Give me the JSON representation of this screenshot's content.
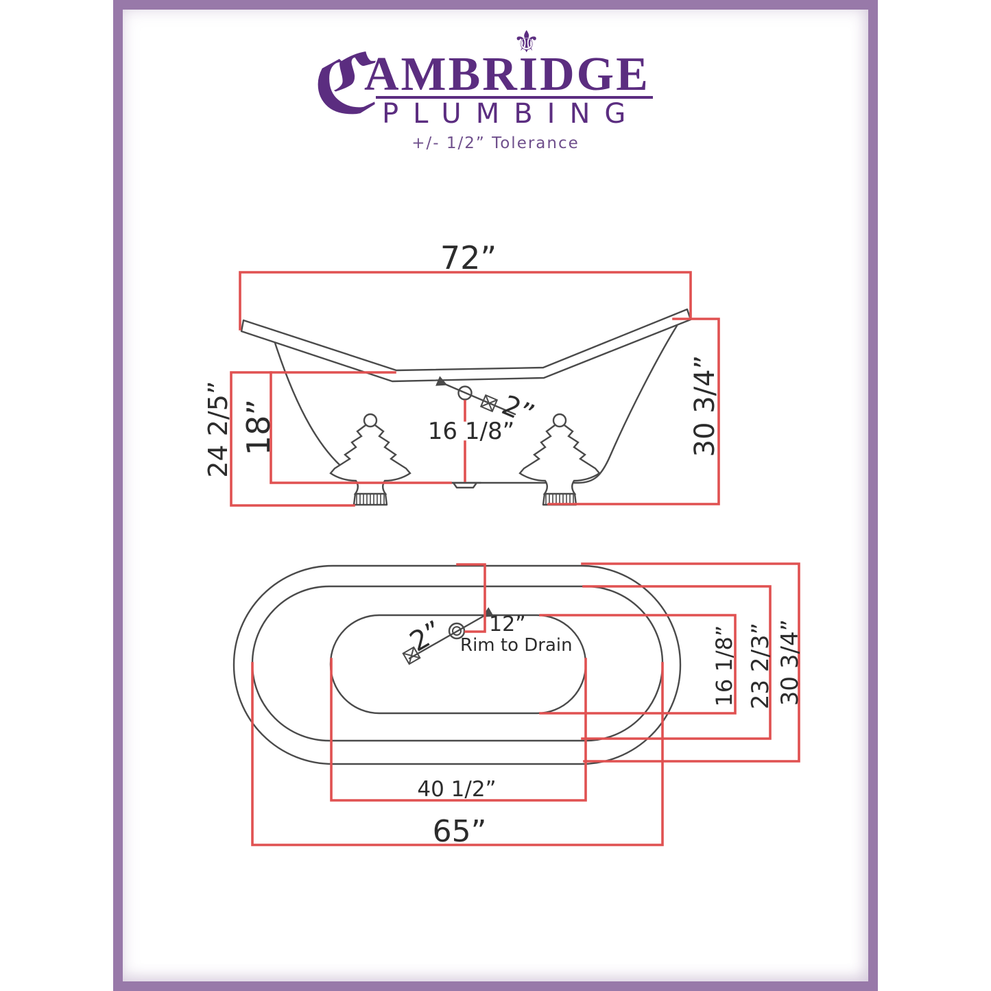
{
  "header": {
    "brand_initial": "ℭ",
    "brand_rest": "AMBRIDGE",
    "brand_sub": "PLUMBING",
    "fleur_icon": "⚜",
    "tolerance_note": "+/- 1/2” Tolerance"
  },
  "side_view": {
    "overall_length": "72”",
    "floor_to_rim": "24 2/5”",
    "interior_depth": "18”",
    "drain_diameter": "2”",
    "drain_to_floor": "16 1/8”",
    "overall_height": "30 3/4”"
  },
  "top_view": {
    "drain_diameter": "2”",
    "rim_to_drain_value": "12”",
    "rim_to_drain_label": "Rim to Drain",
    "interior_width": "16 1/8”",
    "mid_width": "23 2/3”",
    "overall_width": "30 3/4”",
    "interior_length": "40 1/2”",
    "deck_length": "65”"
  },
  "colors": {
    "frame": "#9879a9",
    "logo": "#5b2d80",
    "red": "#e05151",
    "line": "#4a4a4a",
    "ink": "#2c2c2c",
    "tol": "#6f4f8c",
    "paper": "#ffffff"
  }
}
